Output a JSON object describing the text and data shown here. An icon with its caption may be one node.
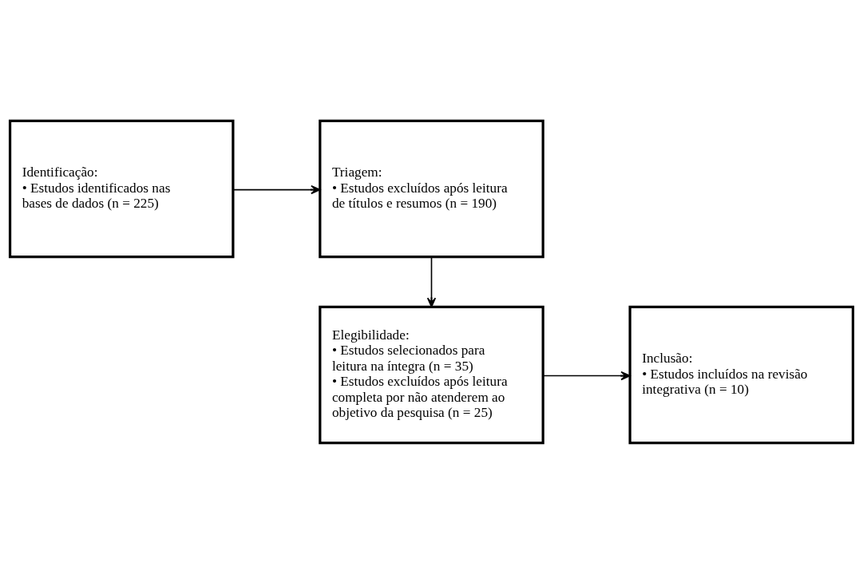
{
  "diagram": {
    "nodes": [
      {
        "text": [
          "Identificação:",
          "• Estudos identificados nas bases de dados (n = 225)"
        ]
      },
      {
        "text": [
          "Triagem:",
          "• Estudos excluídos após leitura de títulos e resumos (n = 190)"
        ]
      },
      {
        "text": [
          "Elegibilidade:",
          "• Estudos selecionados para leitura na íntegra (n = 35)",
          "• Estudos excluídos após leitura completa por não atenderem ao objetivo da pesquisa (n = 25)"
        ]
      },
      {
        "text": [
          "Inclusão:",
          "• Estudos incluídos na revisão integrativa (n = 10)"
        ]
      }
    ],
    "edges": [
      {
        "from": 0,
        "to": 1,
        "arrow": "to"
      },
      {
        "from": 1,
        "to": 2,
        "arrow": "to"
      },
      {
        "from": 2,
        "to": 3,
        "arrow": "to"
      }
    ]
  }
}
